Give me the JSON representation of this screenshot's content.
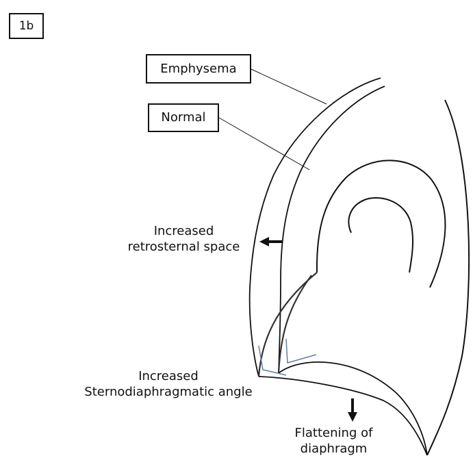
{
  "figure_label": "1b",
  "labels": {
    "emphysema": "Emphysema",
    "normal": "Normal",
    "retrosternal_line1": "Increased",
    "retrosternal_line2": "retrosternal space",
    "sternodiaphragmatic_line1": "Increased",
    "sternodiaphragmatic_line2": "Sternodiaphragmatic angle",
    "flattening_line1": "Flattening of",
    "flattening_line2": "diaphragm"
  },
  "colors": {
    "ink": "#111111",
    "angle_marker": "#5b7fa6",
    "background": "#ffffff"
  }
}
